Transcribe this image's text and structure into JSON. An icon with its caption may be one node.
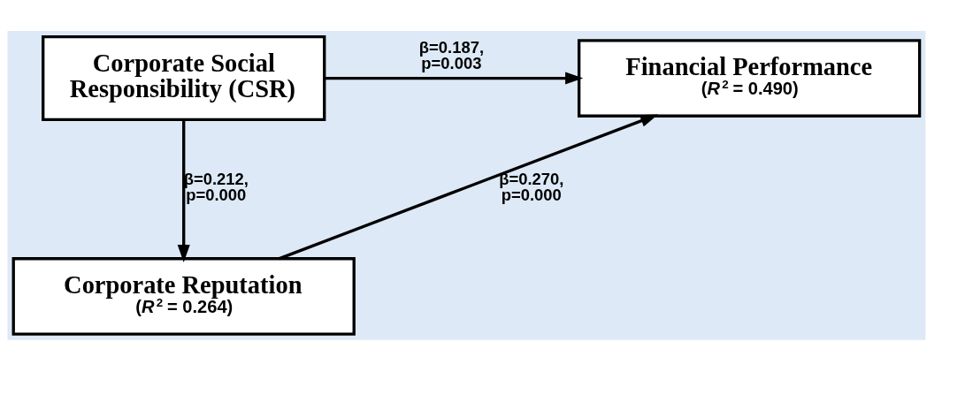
{
  "diagram": {
    "nodes": [
      {
        "text": [
          "Corporate Social Responsibility (CSR)"
        ]
      },
      {
        "text": [
          "Financial Performance",
          "(*R*$^{2}$ = 0.490)"
        ]
      },
      {
        "text": [
          "Corporate Reputation",
          "(*R*$^{2}$ = 0.264)"
        ]
      }
    ],
    "edges": [
      {
        "from": 0,
        "to": 1,
        "arrow": "to",
        "label": "β=0.187, p=0.003"
      },
      {
        "from": 0,
        "to": 2,
        "arrow": "to",
        "label": "β=0.212, p=0.000"
      },
      {
        "from": 2,
        "to": 1,
        "arrow": "to",
        "label": "β=0.270, p=0.000"
      }
    ]
  }
}
